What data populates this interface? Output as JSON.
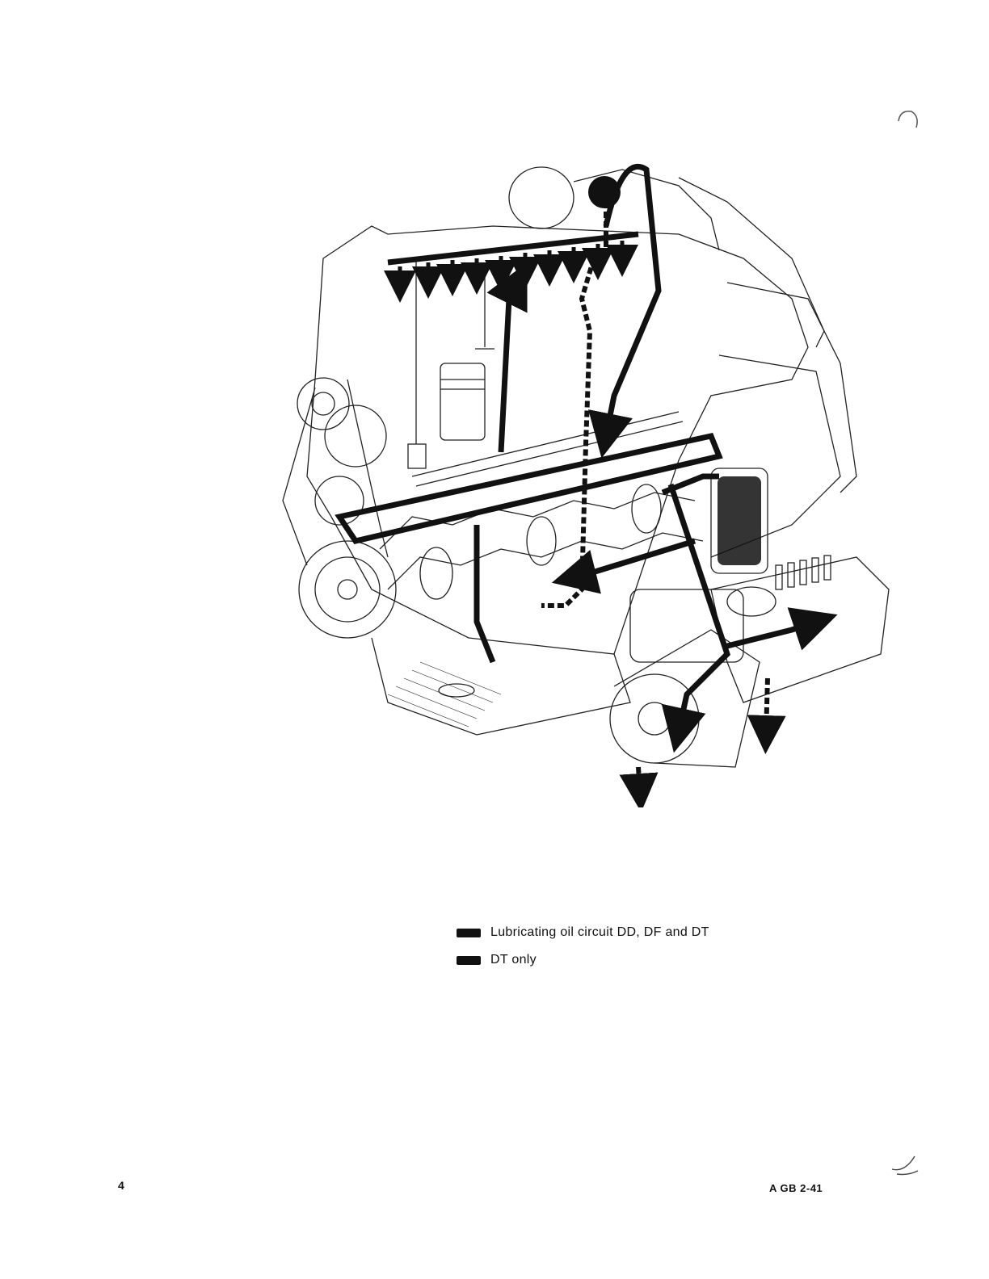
{
  "legend": {
    "items": [
      {
        "label": "Lubricating oil circuit DD, DF and DT",
        "style": "solid"
      },
      {
        "label": "DT only",
        "style": "dashed"
      }
    ]
  },
  "footer": {
    "page_number": "4",
    "doc_code": "A GB 2-41"
  },
  "colors": {
    "ink": "#111111",
    "paper": "#ffffff"
  }
}
